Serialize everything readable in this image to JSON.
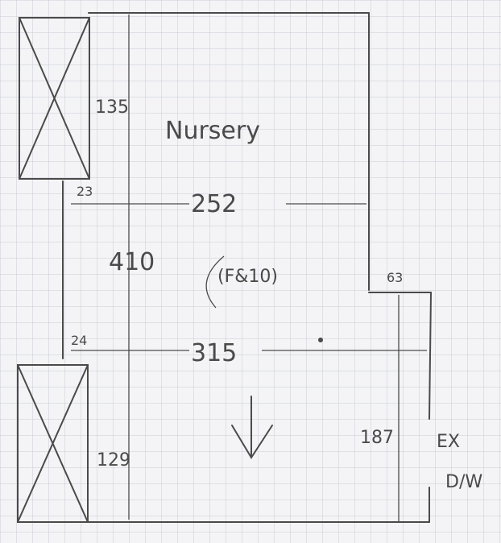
{
  "sketch": {
    "room_label": "Nursery",
    "dimensions": {
      "window_top_height": "135",
      "gap_top": "23",
      "width_upper": "252",
      "depth_total": "410",
      "depth_note": "(F&10)",
      "notch_width": "63",
      "gap_bottom": "24",
      "width_lower": "315",
      "notch_depth": "187",
      "window_bottom_height": "129"
    },
    "door_note_line1": "EX",
    "door_note_line2": "D/W"
  },
  "colors": {
    "paper": "#f4f4f6",
    "grid": "#c9ccd6",
    "pencil": "#4a4a4a"
  }
}
